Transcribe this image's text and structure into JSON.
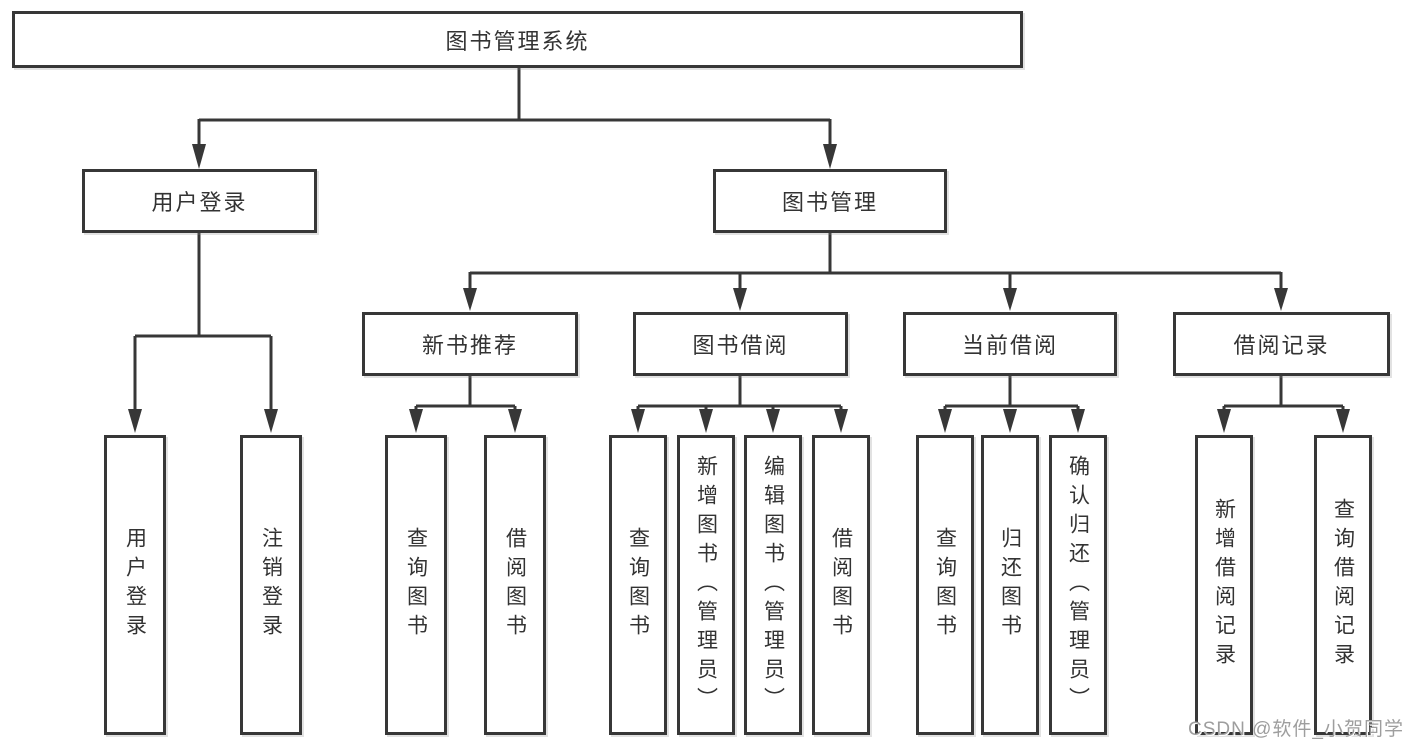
{
  "tree": {
    "root": "图书管理系统",
    "children": [
      {
        "label": "用户登录",
        "children": [
          {
            "label": "用户登录"
          },
          {
            "label": "注销登录"
          }
        ]
      },
      {
        "label": "图书管理",
        "children": [
          {
            "label": "新书推荐",
            "children": [
              {
                "label": "查询图书"
              },
              {
                "label": "借阅图书"
              }
            ]
          },
          {
            "label": "图书借阅",
            "children": [
              {
                "label": "查询图书"
              },
              {
                "label": "新增图书（管理员）"
              },
              {
                "label": "编辑图书（管理员）"
              },
              {
                "label": "借阅图书"
              }
            ]
          },
          {
            "label": "当前借阅",
            "children": [
              {
                "label": "查询图书"
              },
              {
                "label": "归还图书"
              },
              {
                "label": "确认归还（管理员）"
              }
            ]
          },
          {
            "label": "借阅记录",
            "children": [
              {
                "label": "新增借阅记录"
              },
              {
                "label": "查询借阅记录"
              }
            ]
          }
        ]
      }
    ]
  },
  "watermark": "CSDN @软件_小贺同学",
  "colors": {
    "line": "#373737",
    "box_border": "#373737",
    "text": "#333333",
    "watermark": "#9e9e9e",
    "background": "#ffffff"
  }
}
